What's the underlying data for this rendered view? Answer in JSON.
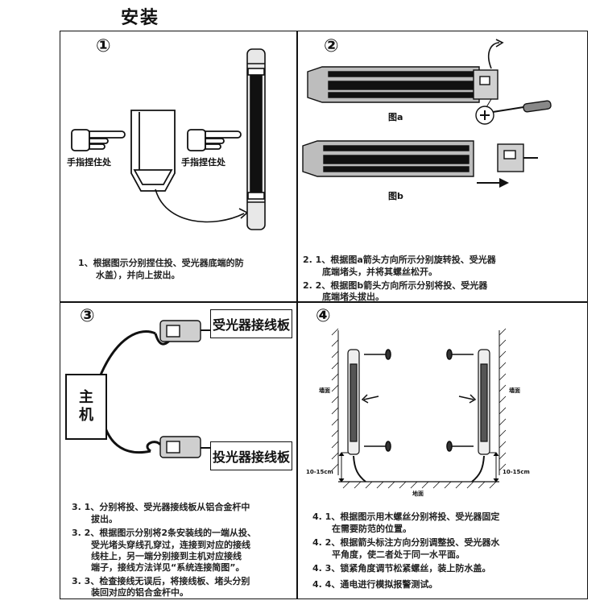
{
  "title": "安装",
  "panels": {
    "p1": {
      "number": "①",
      "finger_left": "手指捏住处",
      "finger_right": "手指捏住处",
      "text": [
        "1、根据图示分别捏住投、受光器底端的防",
        "水盖），并向上拔出。"
      ]
    },
    "p2": {
      "number": "②",
      "fig_a": "图a",
      "fig_b": "图b",
      "text": [
        "2. 1、根据图a箭头方向所示分别旋转投、受光器",
        "底端堵头，并将其螺丝松开。",
        "2. 2、根据图b箭头方向所示分别将投、受光器",
        "底端堵头拔出。"
      ]
    },
    "p3": {
      "number": "③",
      "receiver_board": "受光器接线板",
      "emitter_board": "投光器接线板",
      "host_line1": "主",
      "host_line2": "机",
      "text": [
        "3. 1、分别将投、受光器接线板从铝合金杆中",
        "拔出。",
        "3. 2、根据图示分别将2条安装线的一端从投、",
        "受光堵头穿线孔穿过，连接到对应的接线",
        "线柱上，另一端分别接到主机对应接线",
        "端子，接线方法详见“系统连接简图”。",
        "3. 3、检查接线无误后，将接线板、堵头分别",
        "装回对应的铝合金杆中。"
      ]
    },
    "p4": {
      "number": "④",
      "wall_left": "墙面",
      "wall_right": "墙面",
      "ground": "地面",
      "height_left": "10-15cm",
      "height_right": "10-15cm",
      "text": [
        "4. 1、根据图示用木螺丝分别将投、受光器固定",
        "在需要防范的位置。",
        "4. 2、根据箭头标注方向分别调整投、受光器水",
        "平角度，使二者处于同一水平面。",
        "4. 3、锁紧角度调节松紧螺丝，装上防水盖。",
        "4. 4、通电进行模拟报警测试。"
      ]
    }
  }
}
